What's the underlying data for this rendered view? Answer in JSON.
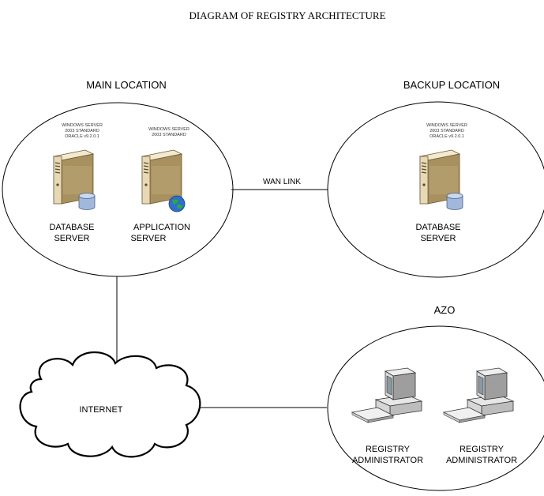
{
  "title": "DIAGRAM OF REGISTRY ARCHITECTURE",
  "locations": {
    "main": {
      "label": "MAIN LOCATION",
      "servers": [
        {
          "spec_lines": [
            "WINDOWS SERVER",
            "2003 STANDARD",
            "ORACLE v9.2.0.1"
          ],
          "label_lines": [
            "DATABASE",
            "SERVER"
          ],
          "badge": "database-icon"
        },
        {
          "spec_lines": [
            "WINDOWS SERVER",
            "2003 STANDARD"
          ],
          "label_lines": [
            "APPLICATION",
            "SERVER"
          ],
          "badge": "globe-icon"
        }
      ]
    },
    "backup": {
      "label": "BACKUP LOCATION",
      "servers": [
        {
          "spec_lines": [
            "WINDOWS SERVER",
            "2003 STANDARD",
            "ORACLE v9.2.0.1"
          ],
          "label_lines": [
            "DATABASE",
            "SERVER"
          ],
          "badge": "database-icon"
        }
      ]
    },
    "azo": {
      "label": "AZO",
      "workstations": [
        {
          "label_lines": [
            "REGISTRY",
            "ADMINISTRATOR"
          ]
        },
        {
          "label_lines": [
            "REGISTRY",
            "ADMINISTRATOR"
          ]
        }
      ]
    }
  },
  "internet": {
    "label": "INTERNET"
  },
  "links": {
    "wan": {
      "label": "WAN LINK"
    }
  },
  "colors": {
    "server_front": "#e8d9b4",
    "server_side": "#a8915f",
    "server_top": "#f3e9cf",
    "monitor_screen": "#8a9aa3",
    "database_badge": "#9fb8dc",
    "globe_ocean": "#2c6fd0",
    "globe_land": "#2faa3a",
    "stroke": "#000000"
  }
}
